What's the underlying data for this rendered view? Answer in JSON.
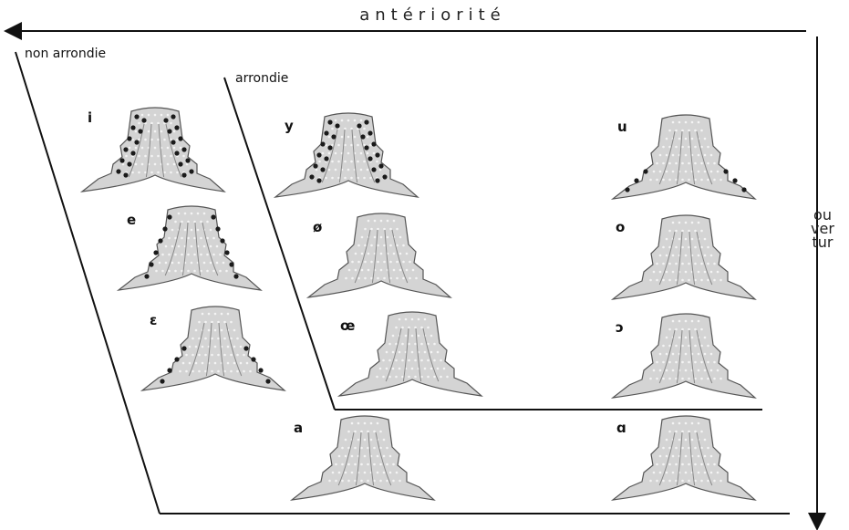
{
  "axes": {
    "horizontal": "antériorité",
    "vertical": "ouvertur"
  },
  "regions": {
    "non_rounded": "non arrondie",
    "rounded": "arrondie"
  },
  "vowels": [
    {
      "id": "i",
      "symbol": "i",
      "contact": "high"
    },
    {
      "id": "e",
      "symbol": "e",
      "contact": "mid"
    },
    {
      "id": "epsilon",
      "symbol": "ɛ",
      "contact": "low"
    },
    {
      "id": "y",
      "symbol": "y",
      "contact": "high"
    },
    {
      "id": "oslash",
      "symbol": "ø",
      "contact": "none"
    },
    {
      "id": "oe",
      "symbol": "œ",
      "contact": "none"
    },
    {
      "id": "a",
      "symbol": "a",
      "contact": "none"
    },
    {
      "id": "u",
      "symbol": "u",
      "contact": "back"
    },
    {
      "id": "o",
      "symbol": "o",
      "contact": "none"
    },
    {
      "id": "open-o",
      "symbol": "ɔ",
      "contact": "none"
    },
    {
      "id": "alpha",
      "symbol": "ɑ",
      "contact": "none"
    }
  ],
  "colors": {
    "ink": "#111111",
    "palate_fill": "#d4d4d4",
    "palate_edge": "#555555",
    "contact_dot": "#1a1a1a"
  }
}
